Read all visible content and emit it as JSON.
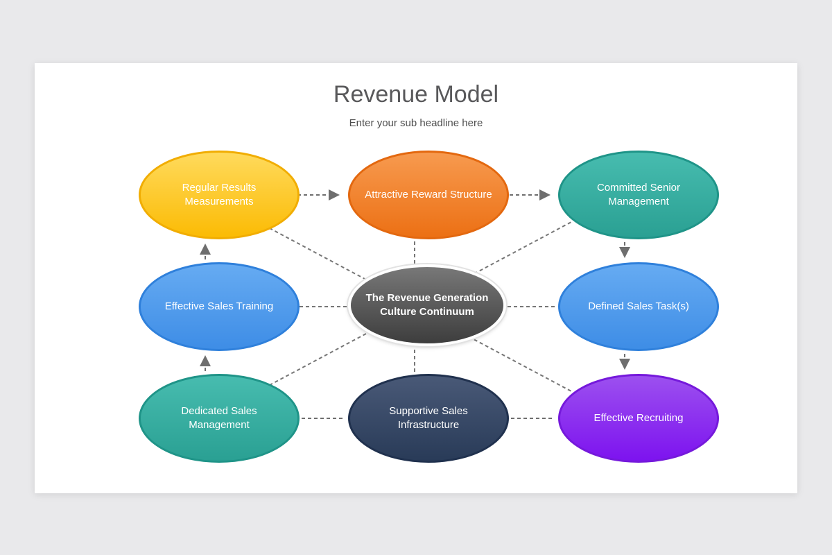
{
  "page": {
    "background_color": "#E9E9EB",
    "slide_background_color": "#FFFFFF"
  },
  "header": {
    "title": "Revenue Model",
    "subtitle": "Enter your sub headline here",
    "title_color": "#58585A"
  },
  "diagram": {
    "connector_color": "#767676",
    "connector_style": "dashed",
    "flow_direction": "clockwise",
    "center": {
      "label": "The Revenue Generation Culture Continuum",
      "fill_top": "#787878",
      "fill_bottom": "#3D3D3D",
      "ring_color": "#FFFFFF",
      "text_color": "#FFFFFF"
    },
    "nodes": [
      {
        "position": "top-left",
        "label": "Regular Results Measurements",
        "fill_top": "#FFDA5C",
        "fill_bottom": "#FBBB04",
        "border": "#F1AD02"
      },
      {
        "position": "top-center",
        "label": "Attractive Reward Structure",
        "fill_top": "#F79A4F",
        "fill_bottom": "#EC7014",
        "border": "#E3680F"
      },
      {
        "position": "top-right",
        "label": "Committed Senior Management",
        "fill_top": "#47BCAF",
        "fill_bottom": "#2AA093",
        "border": "#1F9488"
      },
      {
        "position": "middle-left",
        "label": "Effective Sales Training",
        "fill_top": "#66ABF2",
        "fill_bottom": "#3E8DE6",
        "border": "#2F80DB"
      },
      {
        "position": "middle-right",
        "label": "Defined Sales Task(s)",
        "fill_top": "#66ABF2",
        "fill_bottom": "#3E8DE6",
        "border": "#2F80DB"
      },
      {
        "position": "bottom-left",
        "label": "Dedicated Sales Management",
        "fill_top": "#47BCAF",
        "fill_bottom": "#2AA093",
        "border": "#1F9488"
      },
      {
        "position": "bottom-center",
        "label": "Supportive Sales Infrastructure",
        "fill_top": "#495977",
        "fill_bottom": "#293B58",
        "border": "#20314E"
      },
      {
        "position": "bottom-right",
        "label": "Effective Recruiting",
        "fill_top": "#9C50EF",
        "fill_bottom": "#7D13EF",
        "border": "#7519DB"
      }
    ],
    "ring_arrows": [
      "top-left to top-center",
      "top-center to top-right",
      "top-right to middle-right",
      "middle-right to bottom-right",
      "bottom-right to bottom-center",
      "bottom-center to bottom-left",
      "bottom-left to middle-left",
      "middle-left to top-left"
    ]
  }
}
